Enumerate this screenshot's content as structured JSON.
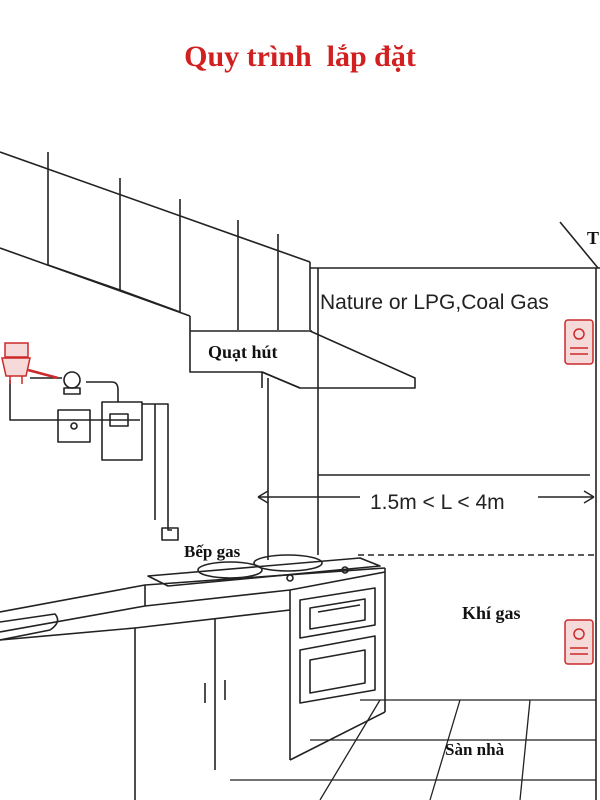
{
  "title": "Quy trình  lắp đặt",
  "labels": {
    "hood": "Quạt hút",
    "gas_type": "Nature or LPG,Coal Gas",
    "distance": "1.5m < L < 4m",
    "stove": "Bếp gas",
    "gas": "Khí gas",
    "floor": "Sàn nhà",
    "ceiling_partial": "T"
  },
  "colors": {
    "title": "#d21f1f",
    "line": "#222222",
    "detector": "#cc2a2a",
    "detector_fill": "#f6d9d9"
  }
}
